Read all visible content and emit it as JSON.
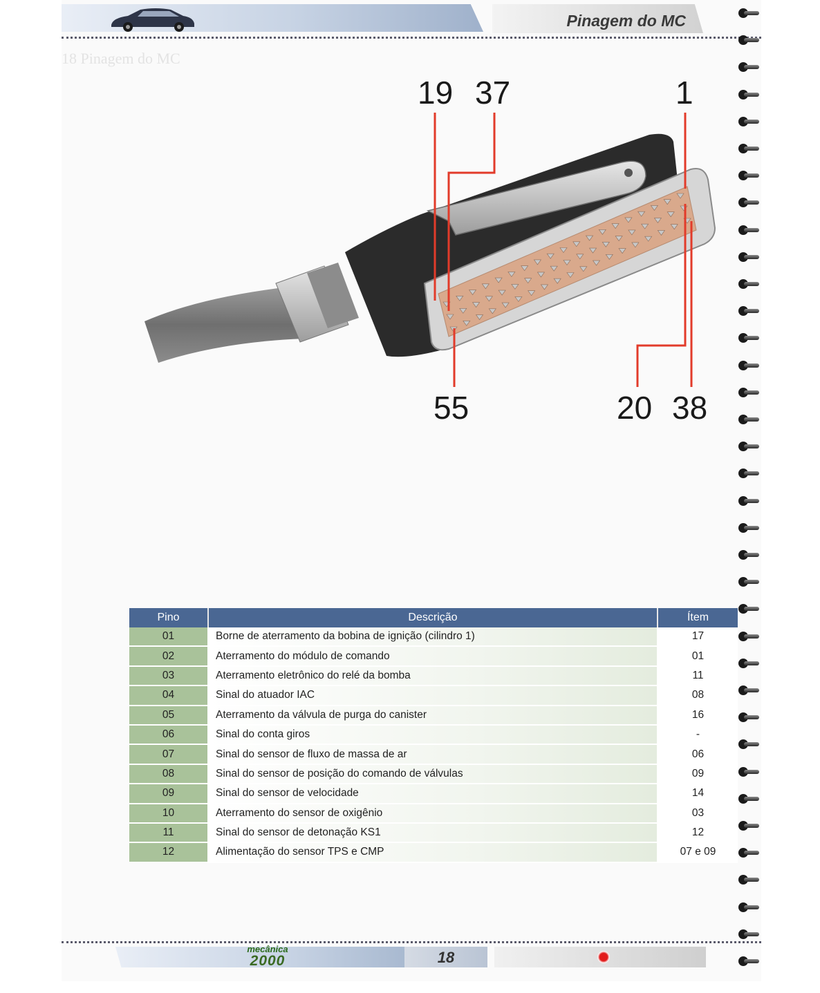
{
  "header": {
    "title": "Pinagem do MC",
    "ghost_label": "18 Pinagem do MC"
  },
  "diagram": {
    "pin_labels_top": [
      "19",
      "37",
      "1"
    ],
    "pin_labels_bottom": [
      "55",
      "20",
      "38"
    ]
  },
  "table": {
    "columns": [
      "Pino",
      "Descrição",
      "Ítem"
    ],
    "rows": [
      {
        "pino": "01",
        "descricao": "Borne de aterramento da bobina de ignição (cilindro 1)",
        "item": "17"
      },
      {
        "pino": "02",
        "descricao": "Aterramento do módulo de comando",
        "item": "01"
      },
      {
        "pino": "03",
        "descricao": "Aterramento eletrônico do relé da bomba",
        "item": "11"
      },
      {
        "pino": "04",
        "descricao": "Sinal do atuador IAC",
        "item": "08"
      },
      {
        "pino": "05",
        "descricao": "Aterramento da válvula de purga do canister",
        "item": "16"
      },
      {
        "pino": "06",
        "descricao": "Sinal do conta giros",
        "item": "-"
      },
      {
        "pino": "07",
        "descricao": "Sinal do sensor de fluxo de massa de ar",
        "item": "06"
      },
      {
        "pino": "08",
        "descricao": "Sinal do sensor de posição do comando de válvulas",
        "item": "09"
      },
      {
        "pino": "09",
        "descricao": "Sinal do sensor de velocidade",
        "item": "14"
      },
      {
        "pino": "10",
        "descricao": "Aterramento do sensor de oxigênio",
        "item": "03"
      },
      {
        "pino": "11",
        "descricao": "Sinal do sensor de detonação KS1",
        "item": "12"
      },
      {
        "pino": "12",
        "descricao": "Alimentação do sensor TPS e CMP",
        "item": "07 e 09"
      }
    ]
  },
  "footer": {
    "page_number": "18",
    "logo_text": "mecânica",
    "logo_year": "2000"
  },
  "colors": {
    "table_header": "#4a6793",
    "pino_cell": "#a9c29a",
    "callout_line": "#e23b2a",
    "connector_pad": "#d9a98c"
  }
}
